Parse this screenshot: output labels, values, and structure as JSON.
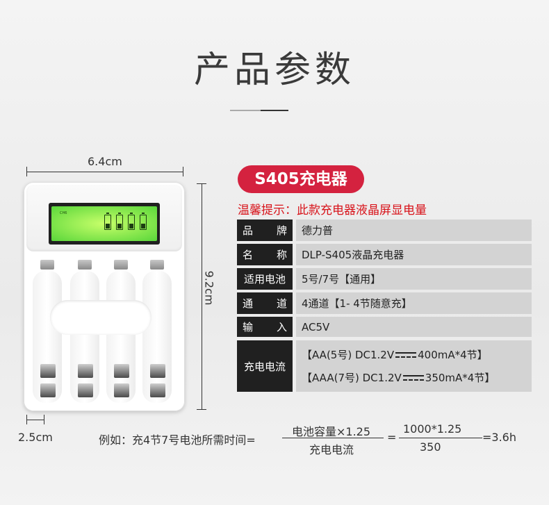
{
  "title": "产品参数",
  "dims": {
    "width": "6.4cm",
    "height": "9.2cm",
    "depth": "2.5cm"
  },
  "lcd": {
    "label": "CH6"
  },
  "product": {
    "badge": "S405充电器",
    "tip": "温馨提示：此款充电器液晶屏显电量"
  },
  "specs": {
    "brand_label": [
      "品",
      "牌"
    ],
    "brand_value": "德力普",
    "name_label": [
      "名",
      "称"
    ],
    "name_value": "DLP-S405液晶充电器",
    "battery_label": "适用电池",
    "battery_value": "5号/7号【通用】",
    "channel_label": [
      "通",
      "道"
    ],
    "channel_value": "4通道【1- 4节随意充】",
    "input_label": [
      "输",
      "入"
    ],
    "input_value": "AC5V",
    "current_label": "充电电流",
    "current_aa_prefix": "【AA(5号)   DC1.2V",
    "current_aa_suffix": "400mA*4节】",
    "current_aaa_prefix": "【AAA(7号)   DC1.2V",
    "current_aaa_suffix": "350mA*4节】"
  },
  "formula": {
    "prefix": "例如：充4节7号电池所需时间=",
    "num1": "电池容量×1.25",
    "den1": "充电电流",
    "eq": "=",
    "num2": "1000*1.25",
    "den2": "350",
    "result": "=3.6h"
  }
}
